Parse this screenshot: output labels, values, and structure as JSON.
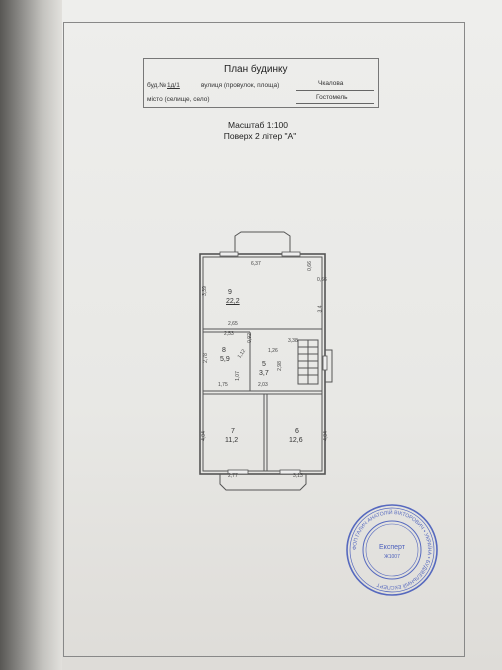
{
  "title": "План будинку",
  "address": {
    "building_label": "буд.№",
    "building_no": "1д/1",
    "street_label": "вулиця (провулок, площа)",
    "street_value": "Чкалова",
    "city_label": "місто (селище, село)",
    "city_value": "Гостомель"
  },
  "scale": "Масштаб 1:100",
  "floor": "Поверх 2 літер \"А\"",
  "rooms": [
    {
      "num": "9",
      "area": "22,2"
    },
    {
      "num": "8",
      "area": "5,9"
    },
    {
      "num": "5",
      "area": "3,7"
    },
    {
      "num": "7",
      "area": "11,2"
    },
    {
      "num": "6",
      "area": "12,6"
    }
  ],
  "dimensions": [
    "6,37",
    "0,66",
    "0,66",
    "3,39",
    "3,4",
    "2,65",
    "2,53",
    "3,38",
    "1,26",
    "2,78",
    "1,75",
    "2,03",
    "1,07",
    "0,92",
    "4,04",
    "4,04",
    "2,77",
    "3,13",
    "2,98",
    "1,12"
  ],
  "stamp": {
    "center_line1": "Експерт",
    "center_line2": "Ж1007",
    "ring_text": "ФОП ГАЛИЧ АНАТОЛІЙ ВІКТОРОВИЧ • УКРАЇНА • БУДІВЕЛЬНИЙ ЕКСПЕРТ"
  },
  "colors": {
    "stamp": "#3d53b8",
    "ink": "#222222",
    "paper": "#eeeeec"
  }
}
